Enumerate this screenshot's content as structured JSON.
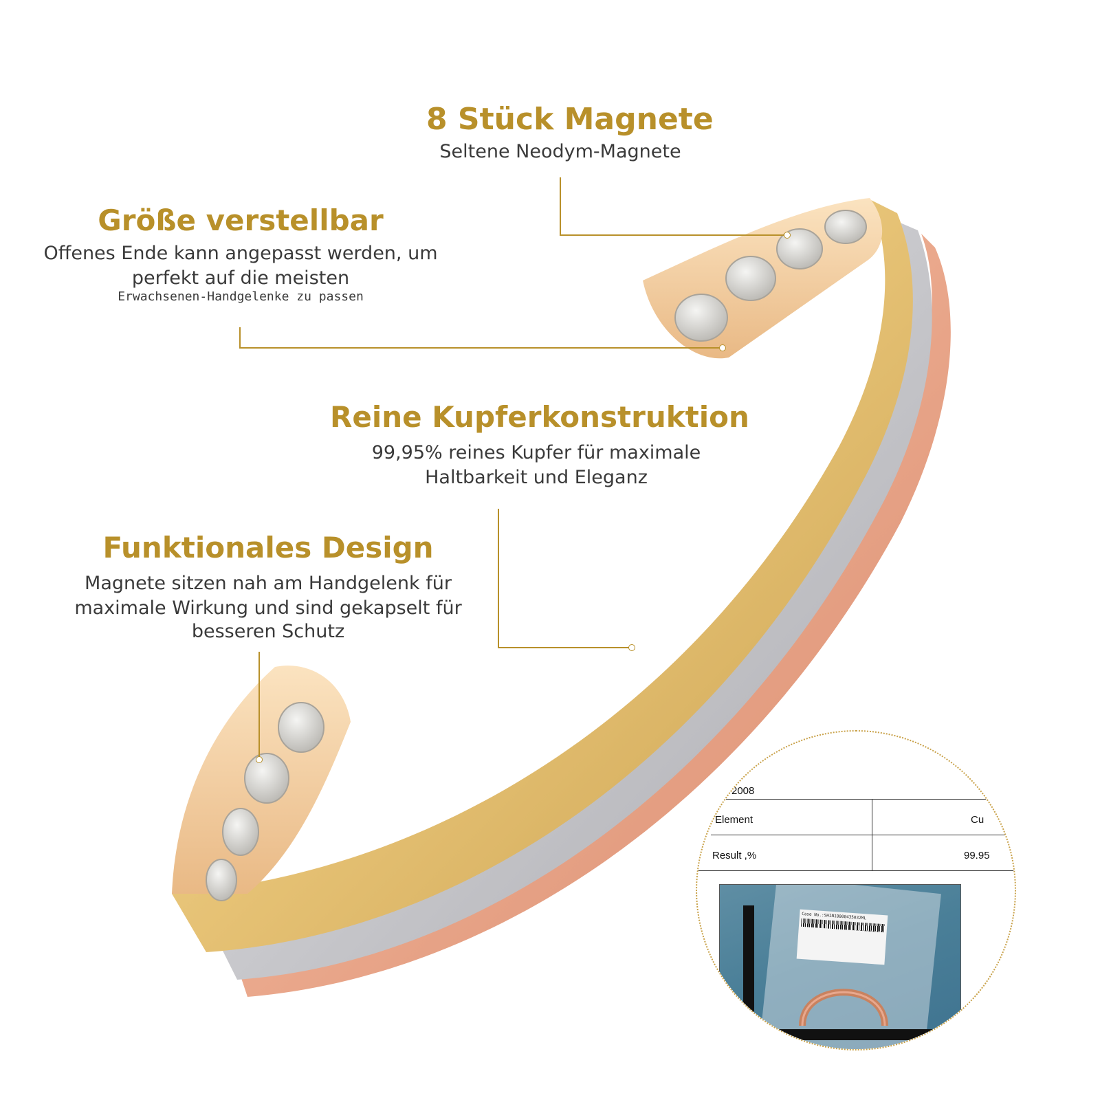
{
  "features": {
    "magnets": {
      "title": "8 Stück Magnete",
      "subtitle": "Seltene Neodym-Magnete"
    },
    "size": {
      "title": "Größe verstellbar",
      "line1": "Offenes Ende kann angepasst werden, um",
      "line2": "perfekt auf die meisten",
      "line3": "Erwachsenen-Handgelenke zu passen"
    },
    "copper": {
      "title": "Reine Kupferkonstruktion",
      "line1": "99,95% reines Kupfer für maximale",
      "line2": "Haltbarkeit und Eleganz"
    },
    "design": {
      "title": "Funktionales Design",
      "line1": "Magnete sitzen nah am Handgelenk für",
      "line2": "maximale Wirkung und sind gekapselt für",
      "line3": "besseren Schutz"
    }
  },
  "certificate": {
    "year": "2008",
    "element_label": "Element",
    "element_value": "Cu",
    "result_label": "Result ,%",
    "result_value": "99.95",
    "label_case": "Case No.:SHIN18000435032ML"
  },
  "colors": {
    "accent": "#b8902a",
    "gold_band": "#e8c77a",
    "silver_band": "#cfcfd2",
    "rose_band": "#e8a88e",
    "magnet": "#d9d7d2"
  }
}
